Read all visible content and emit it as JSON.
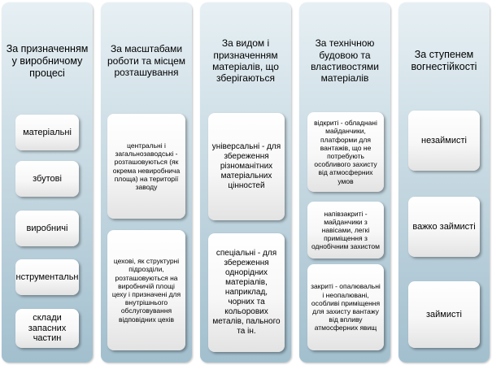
{
  "columns": [
    {
      "title": "За призначенням у виробничому процесі",
      "items": [
        "матеріальні",
        "збутові",
        "виробничі",
        "інструментальні",
        "склади запасних частин"
      ]
    },
    {
      "title": "За масштабами роботи та місцем розташування",
      "items": [
        "центральні і загальнозаводські - розташовуються (як окрема невиробнича площа) на території заводу",
        "цехові, як структурні підрозділи, розташовуються на виробничій площі цеху і призначені для внутрішнього обслуговування відповідних цехів"
      ]
    },
    {
      "title": "За видом і призначенням матеріалів, що зберігаються",
      "items": [
        "універсальні - для збереження різноманітних матеріальних цінностей",
        "спеціальні - для збереження однорідних матеріалів, наприклад, чорних та кольорових металів, пального та ін."
      ]
    },
    {
      "title": "За технічною будовою та властивостями матеріалів",
      "items": [
        "відкриті - обладнані майданчики, платформи для вантажів, що не потребують особливого захисту від атмосферних умов",
        "напівзакриті - майданчики з навісами, легкі приміщення з однобічним захистом",
        "закриті - опалювальні і неопалювані, особливі приміщення для захисту вантажу від впливу атмосферних явищ"
      ]
    },
    {
      "title": "За ступенем вогнестійкості",
      "items": [
        "незаймисті",
        "важко займисті",
        "займисті"
      ]
    }
  ]
}
